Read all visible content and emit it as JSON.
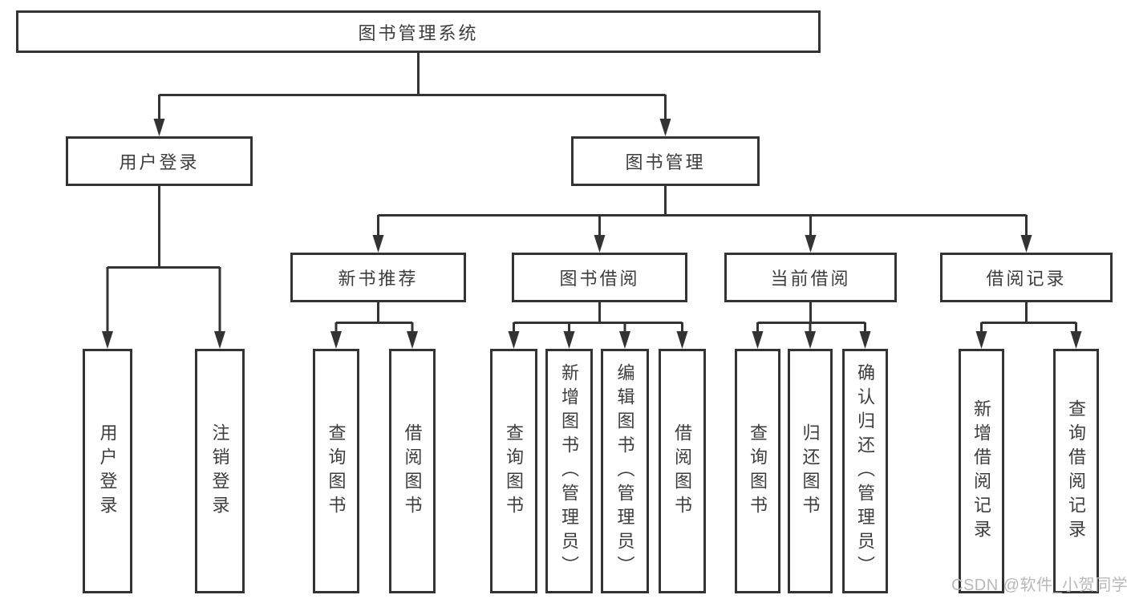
{
  "tree": {
    "root": {
      "label": "图书管理系统"
    },
    "branches": [
      {
        "label": "用户登录",
        "children": [
          {
            "label": "用户登录"
          },
          {
            "label": "注销登录"
          }
        ]
      },
      {
        "label": "图书管理",
        "children": [
          {
            "label": "新书推荐",
            "children": [
              {
                "label": "查询图书"
              },
              {
                "label": "借阅图书"
              }
            ]
          },
          {
            "label": "图书借阅",
            "children": [
              {
                "label": "查询图书"
              },
              {
                "label": "新增图书（管理员）"
              },
              {
                "label": "编辑图书（管理员）"
              },
              {
                "label": "借阅图书"
              }
            ]
          },
          {
            "label": "当前借阅",
            "children": [
              {
                "label": "查询图书"
              },
              {
                "label": "归还图书"
              },
              {
                "label": "确认归还（管理员）"
              }
            ]
          },
          {
            "label": "借阅记录",
            "children": [
              {
                "label": "新增借阅记录"
              },
              {
                "label": "查询借阅记录"
              }
            ]
          }
        ]
      }
    ]
  },
  "watermark": {
    "text": "CSDN @软件_小贺同学"
  },
  "colors": {
    "line": "#333333",
    "box_border": "#333333",
    "label_text": "#3d3d3d",
    "watermark_text": "#b8b8b8",
    "background": "#ffffff"
  }
}
